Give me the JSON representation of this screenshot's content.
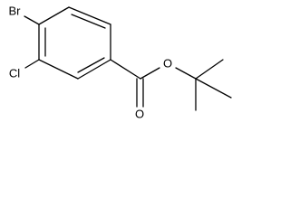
{
  "molecule": {
    "atoms": {
      "bromine": "Br",
      "chlorine": "Cl",
      "carbonyl_oxygen": "O",
      "ester_oxygen": "O"
    }
  },
  "colors": {
    "background": "#ffffff",
    "bond": "#000000",
    "label": "#000000"
  }
}
